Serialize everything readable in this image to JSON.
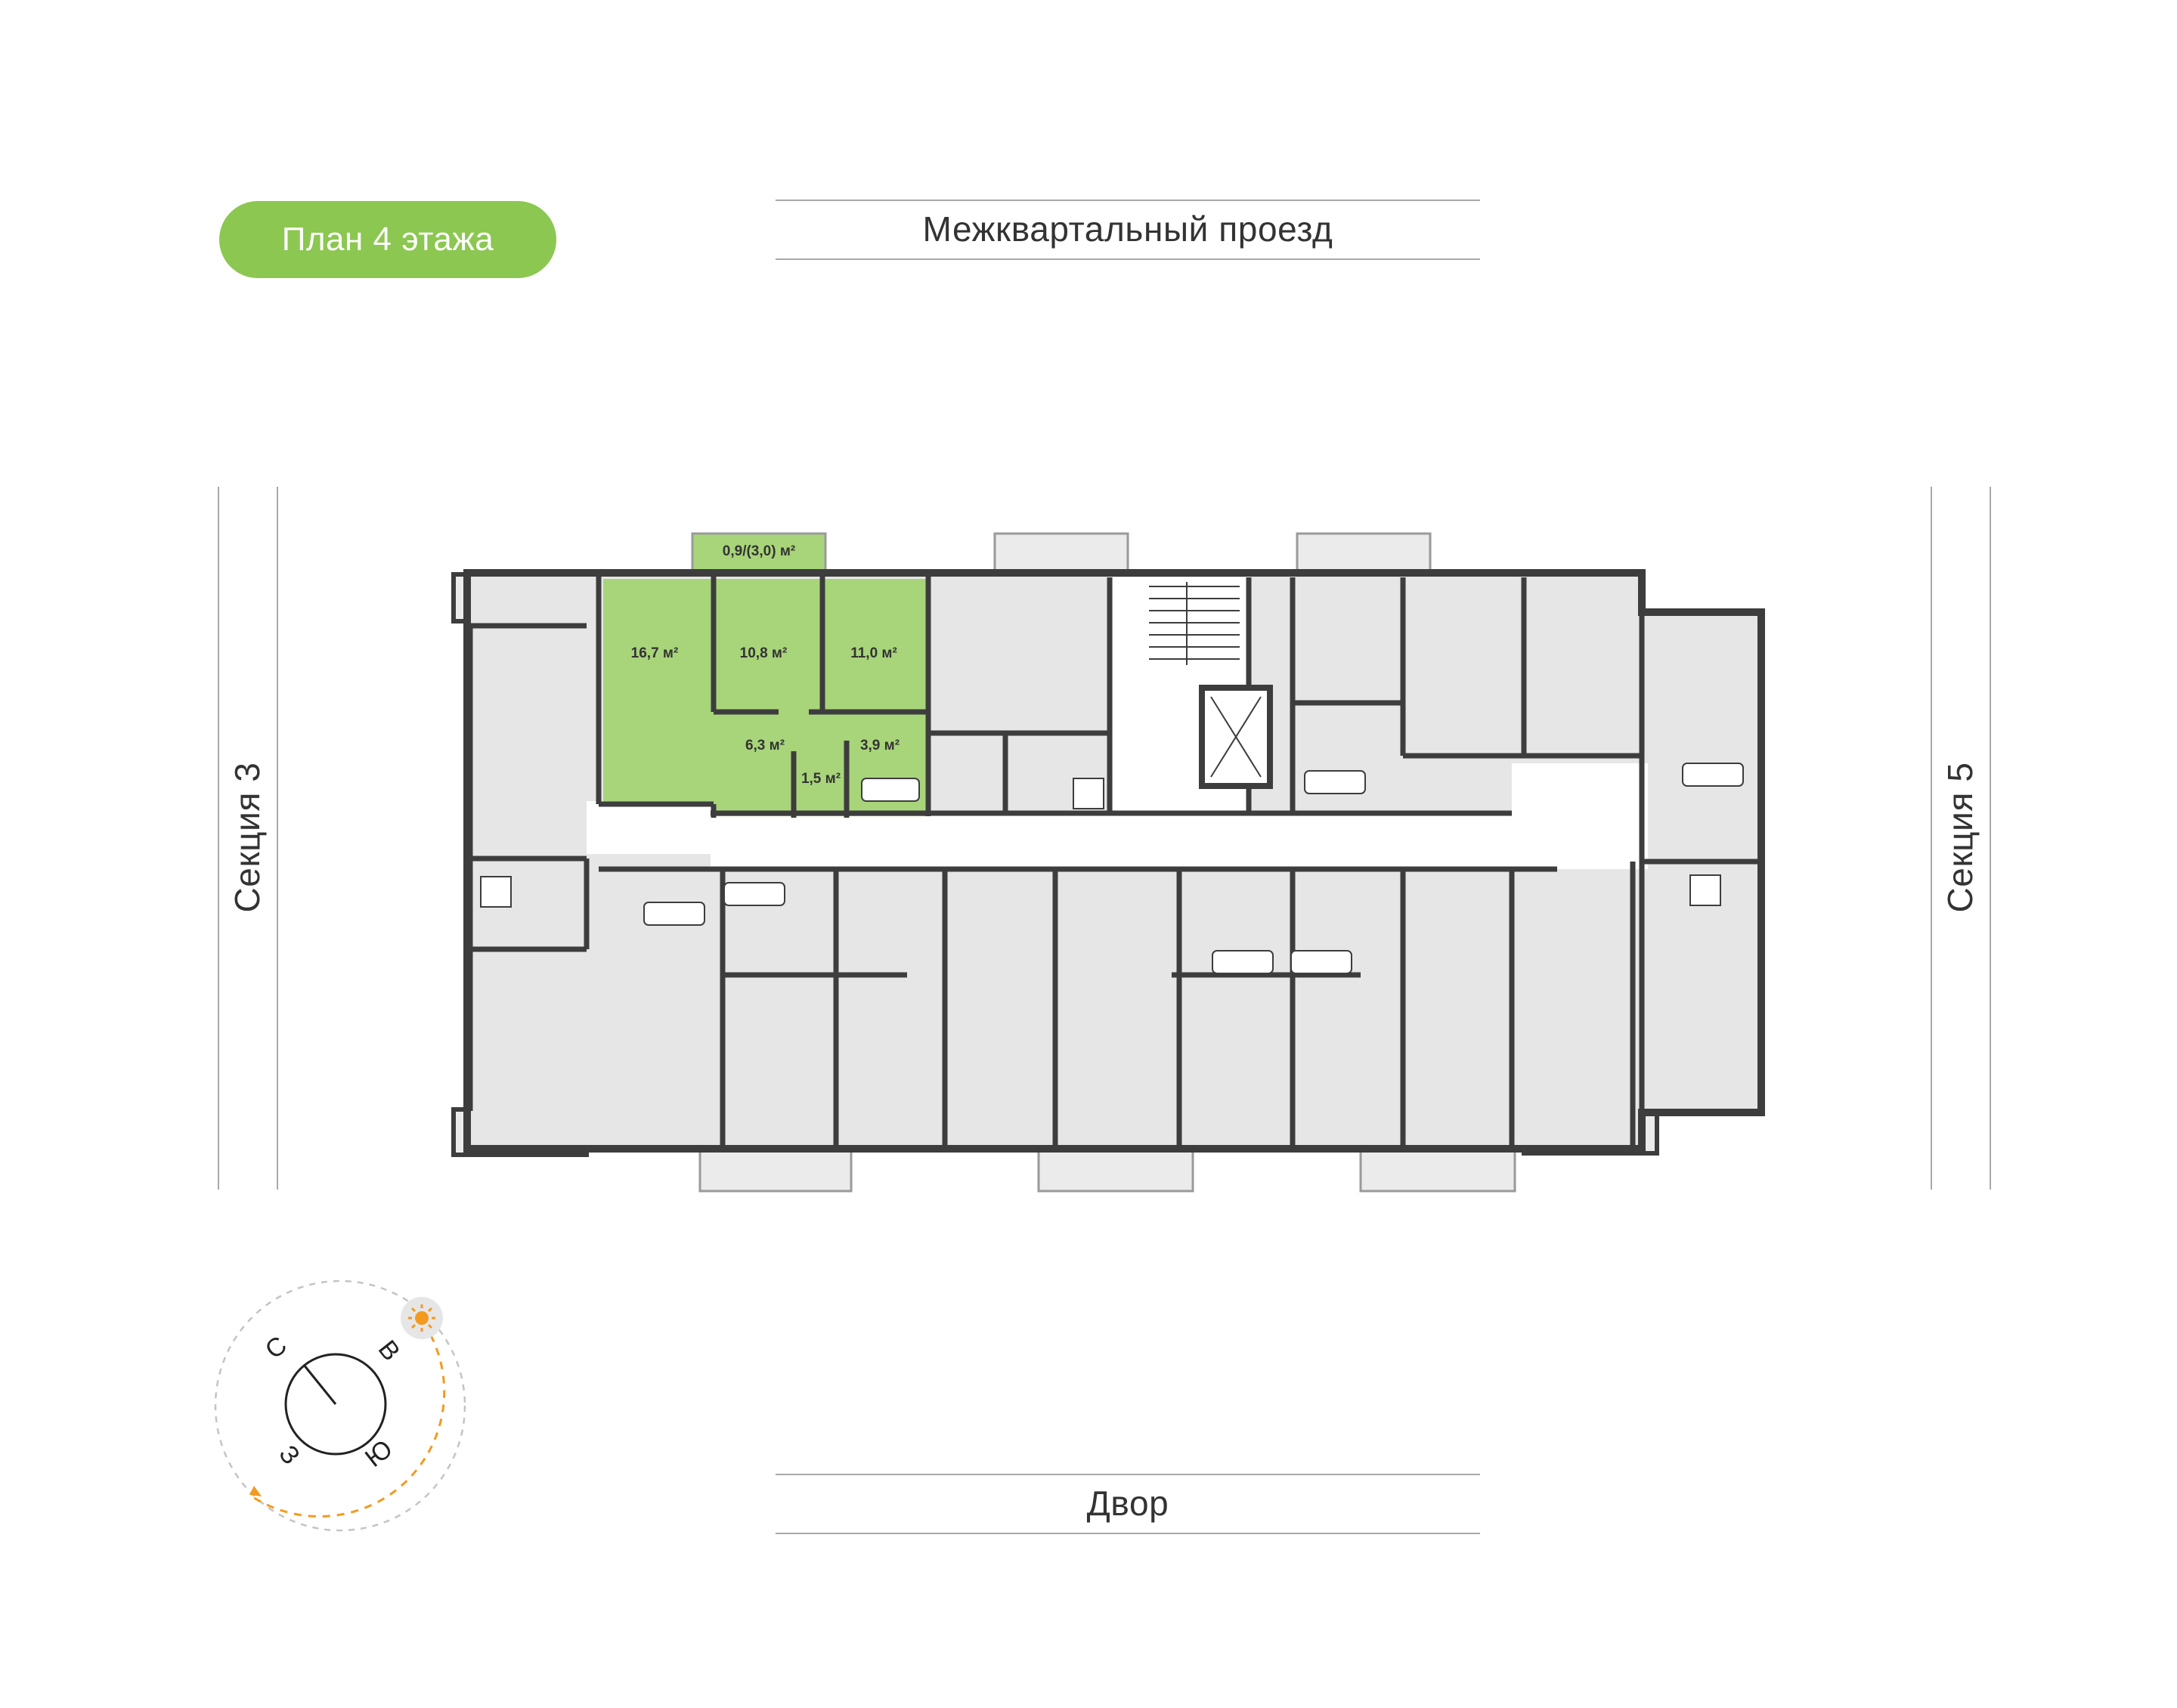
{
  "floor_badge": {
    "label": "План 4 этажа",
    "color": "#8cc751"
  },
  "streets": {
    "top": "Межквартальный проезд",
    "bottom": "Двор"
  },
  "sections": {
    "left": "Секция 3",
    "right": "Секция 5"
  },
  "highlighted_apartment": {
    "color": "#a8d57a",
    "balcony": "0,9/(3,0) м²",
    "rooms": [
      "16,7 м²",
      "10,8 м²",
      "11,0 м²",
      "6,3 м²",
      "3,9 м²",
      "1,5 м²"
    ]
  },
  "compass": {
    "north": "С",
    "east": "В",
    "south": "Ю",
    "west": "З",
    "sun_icon": "sun-icon",
    "sun_path_color": "#f39a1e"
  },
  "colors": {
    "walls": "#3d3d3d",
    "room_fill": "#e6e6e6",
    "corridor": "#ffffff"
  }
}
